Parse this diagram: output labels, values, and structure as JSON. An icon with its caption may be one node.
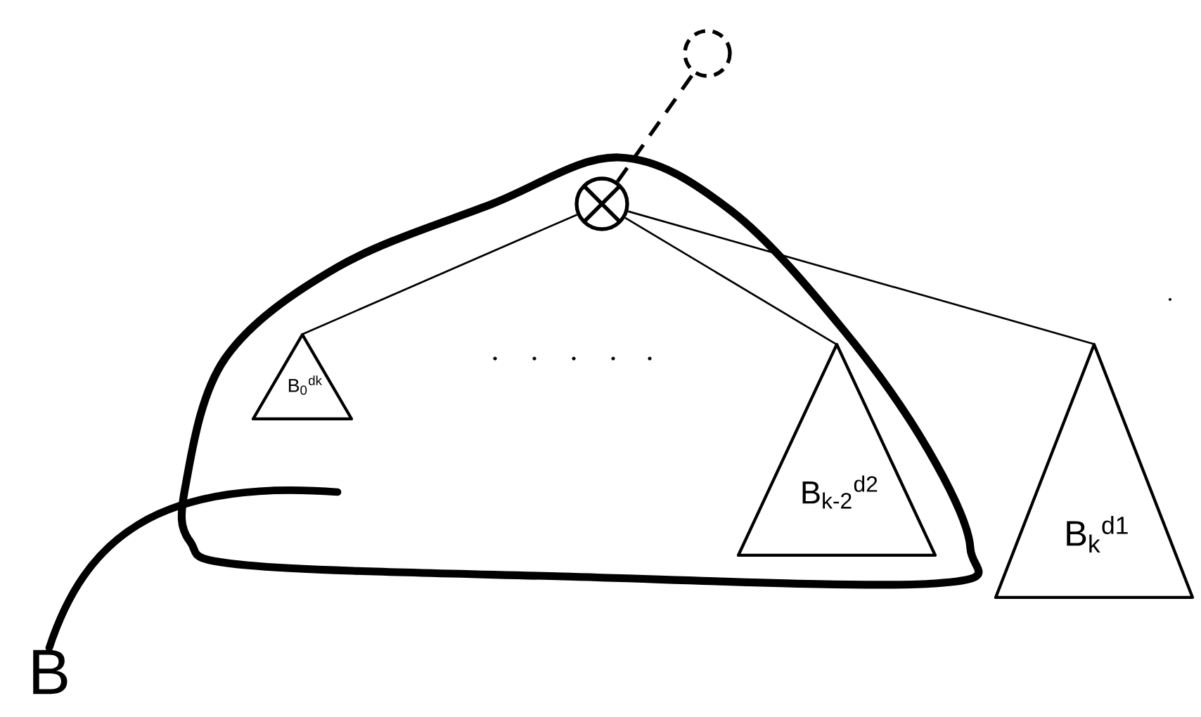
{
  "diagram": {
    "nodes": [
      {
        "text": [],
        "shape": "loop"
      },
      {
        "text": [],
        "shape": "circle"
      },
      {
        "text": [],
        "shape": "circle",
        "in": 0
      },
      {
        "text": [
          "B$_{0}$$^{dk}$"
        ],
        "in": 0
      },
      {
        "text": [
          "B$_{k-2}$$^{d2}$"
        ],
        "in": 0
      },
      {
        "text": [
          "B$_{k}$$^{d1}$"
        ]
      },
      {
        "text": [
          "B"
        ]
      }
    ],
    "edges": [
      {
        "from": 2,
        "to": 1,
        "arrow": "none",
        "style": "dashed"
      },
      {
        "from": 2,
        "to": 3,
        "arrow": "none"
      },
      {
        "from": 2,
        "to": 4,
        "arrow": "none"
      },
      {
        "from": 2,
        "to": 5,
        "arrow": "none"
      },
      {
        "from": 6,
        "to": 0,
        "arrow": "none",
        "style": "thick"
      }
    ]
  }
}
